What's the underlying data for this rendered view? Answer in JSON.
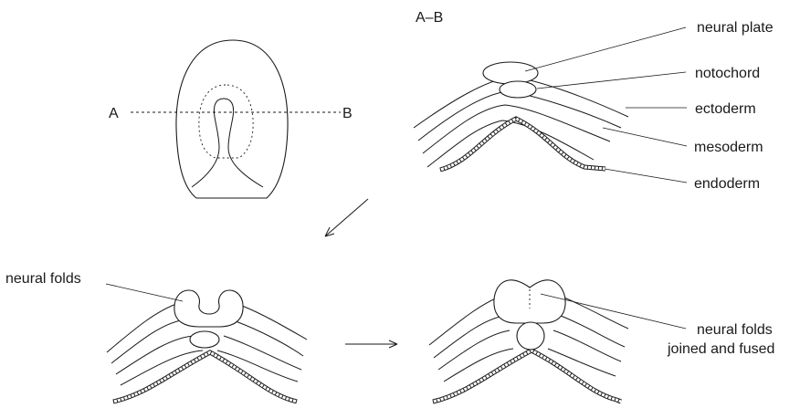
{
  "embryo_view": {
    "point_a": "A",
    "point_b": "B"
  },
  "cross_section_1": {
    "heading": "A–B",
    "labels": {
      "neural_plate": "neural plate",
      "notochord": "notochord",
      "ectoderm": "ectoderm",
      "mesoderm": "mesoderm",
      "endoderm": "endoderm"
    }
  },
  "cross_section_2": {
    "labels": {
      "neural_folds": "neural folds"
    }
  },
  "cross_section_3": {
    "labels": {
      "fused_line_1": "neural folds",
      "fused_line_2": "joined and fused"
    }
  }
}
